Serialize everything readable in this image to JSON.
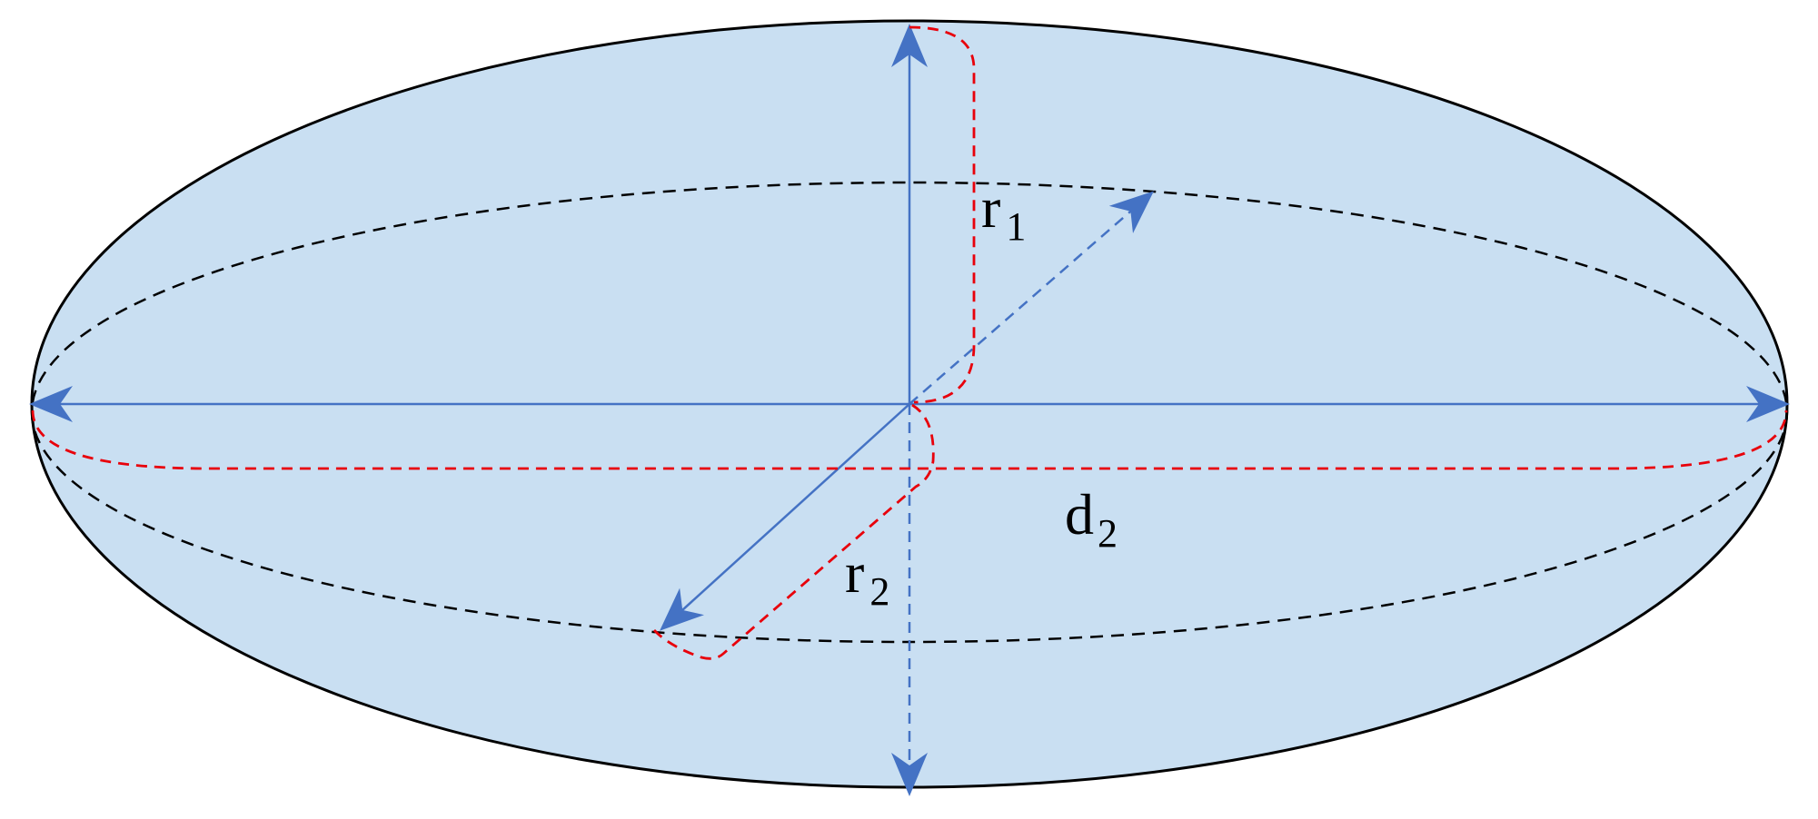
{
  "colors": {
    "fill": "#c9dff2",
    "outline": "#000000",
    "axis": "#4472c4",
    "path": "#e8000b"
  },
  "labels": {
    "r1": {
      "base": "r",
      "sub": "1"
    },
    "r2": {
      "base": "r",
      "sub": "2"
    },
    "d2": {
      "base": "d",
      "sub": "2"
    }
  }
}
